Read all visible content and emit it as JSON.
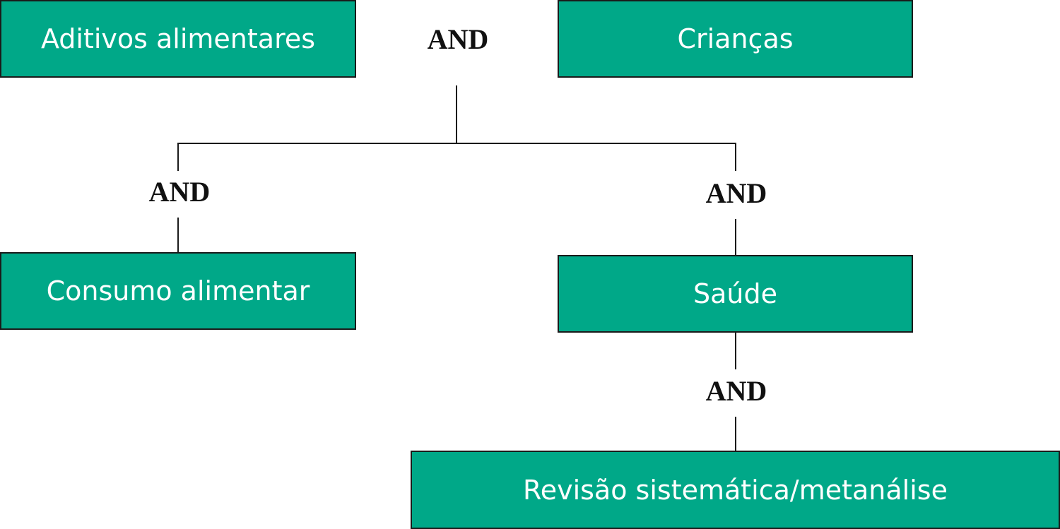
{
  "diagram": {
    "colors": {
      "box_fill": "#00a888",
      "box_border": "#1a1a1a",
      "box_text": "#ffffff",
      "operator_text": "#111111"
    },
    "boxes": {
      "aditivos": "Aditivos alimentares",
      "criancas": "Crianças",
      "consumo": "Consumo alimentar",
      "saude": "Saúde",
      "revisao": "Revisão sistemática/metanálise"
    },
    "operators": {
      "top": "AND",
      "left": "AND",
      "right": "AND",
      "bottom": "AND"
    }
  }
}
